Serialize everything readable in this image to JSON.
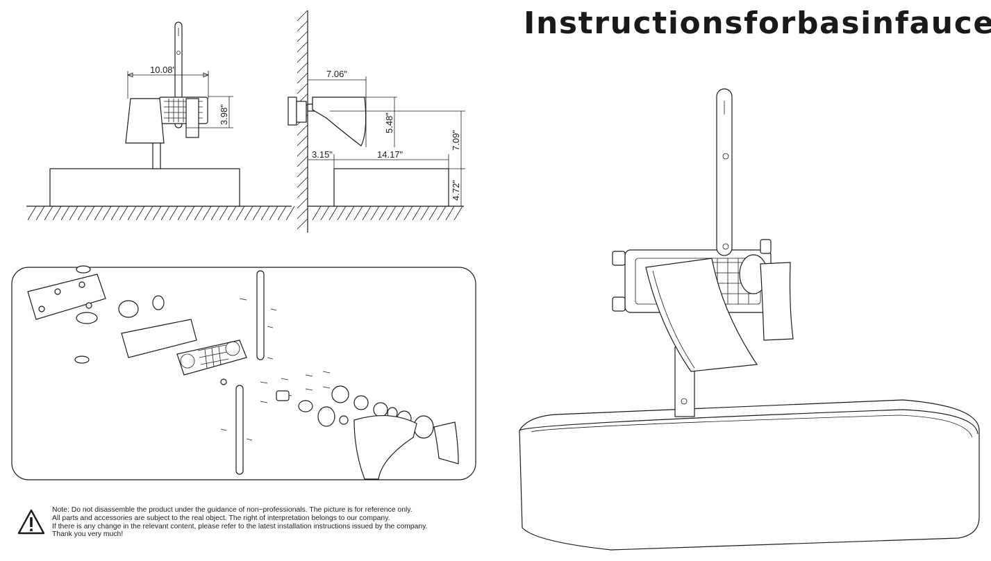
{
  "title": "Instructionsforbasinfaucets",
  "dimensions": {
    "width_front": "10.08\"",
    "height_body": "3.98\"",
    "depth_spout": "7.06\"",
    "height_spout": "5.48\"",
    "height_above_basin": "7.09\"",
    "wall_gap": "3.15\"",
    "basin_depth": "14.17\"",
    "basin_height": "4.72\""
  },
  "note": {
    "icon": "warning-triangle-icon",
    "lines": [
      "Note: Do not disassemble the product under the guidance of non−professionals. The picture is for reference only.",
      "All parts and accessories are subject to the real object. The right of interpretation belongs to our company.",
      "If there is any change in the relevant content, please refer to the latest installation instructions issued by the company.",
      "Thank you very much!"
    ]
  }
}
